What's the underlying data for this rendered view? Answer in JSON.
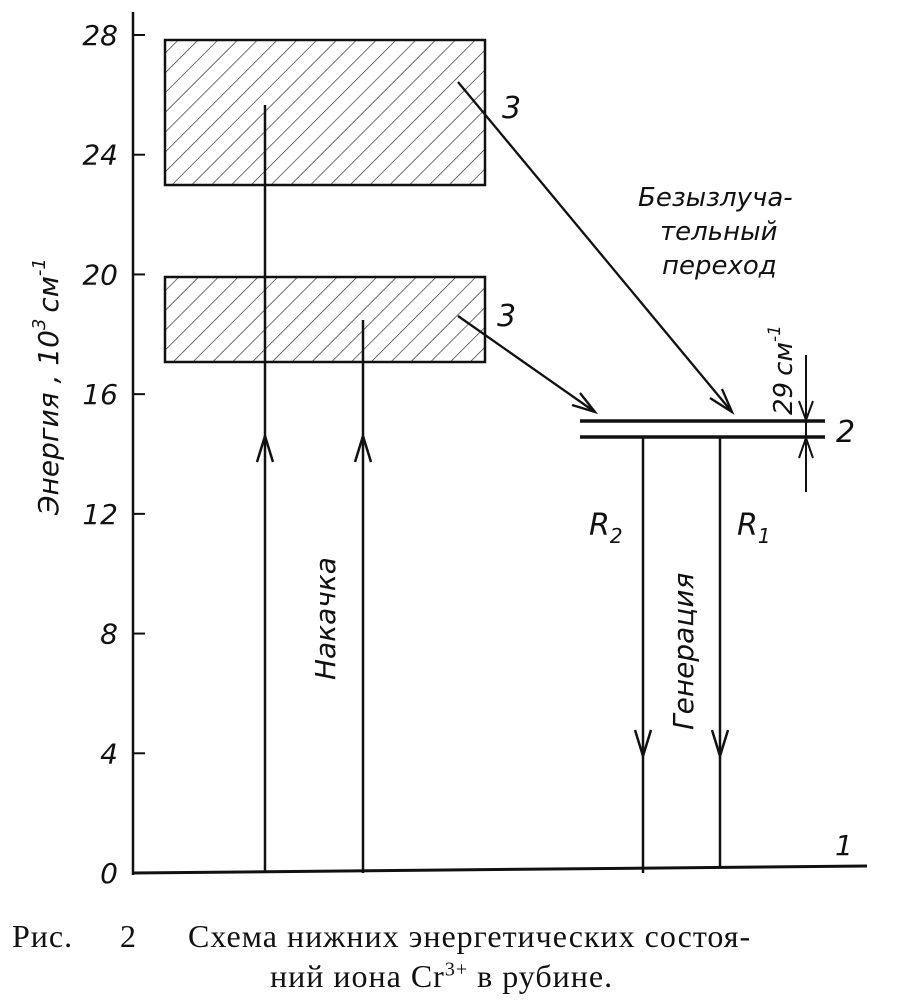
{
  "axis": {
    "y_label_main": "Энергия , 10",
    "y_label_exp": "3",
    "y_label_unit": "см",
    "y_label_unit_exp": "-1",
    "y_ticks": [
      "0",
      "4",
      "8",
      "12",
      "16",
      "20",
      "24",
      "28"
    ],
    "y_tick_values": [
      0,
      4,
      8,
      12,
      16,
      20,
      24,
      28
    ],
    "y_range": [
      0,
      28
    ]
  },
  "bands": {
    "upper": {
      "range": [
        23.1,
        27.9
      ],
      "label": "3"
    },
    "lower": {
      "range": [
        17.1,
        19.9
      ],
      "label": "3"
    }
  },
  "levels": {
    "top": 15.1,
    "bottom": 14.5,
    "label": "2",
    "splitting_value": "29",
    "splitting_unit": "см",
    "splitting_unit_exp": "-1"
  },
  "ground": {
    "label": "1"
  },
  "labels": {
    "pump": "Накачка",
    "generation": "Генерация",
    "r2": "R",
    "r2_sub": "2",
    "r1": "R",
    "r1_sub": "1",
    "nonradiative_line1": "Безызлуча-",
    "nonradiative_line2": "тельный",
    "nonradiative_line3": "переход"
  },
  "caption": {
    "fig_label": "Рис.",
    "fig_number": "2",
    "text_line1": "Схема нижних энергетических состоя-",
    "text_line2_before": "ний иона Cr",
    "text_line2_sup": "3+",
    "text_line2_after": " в рубине."
  }
}
